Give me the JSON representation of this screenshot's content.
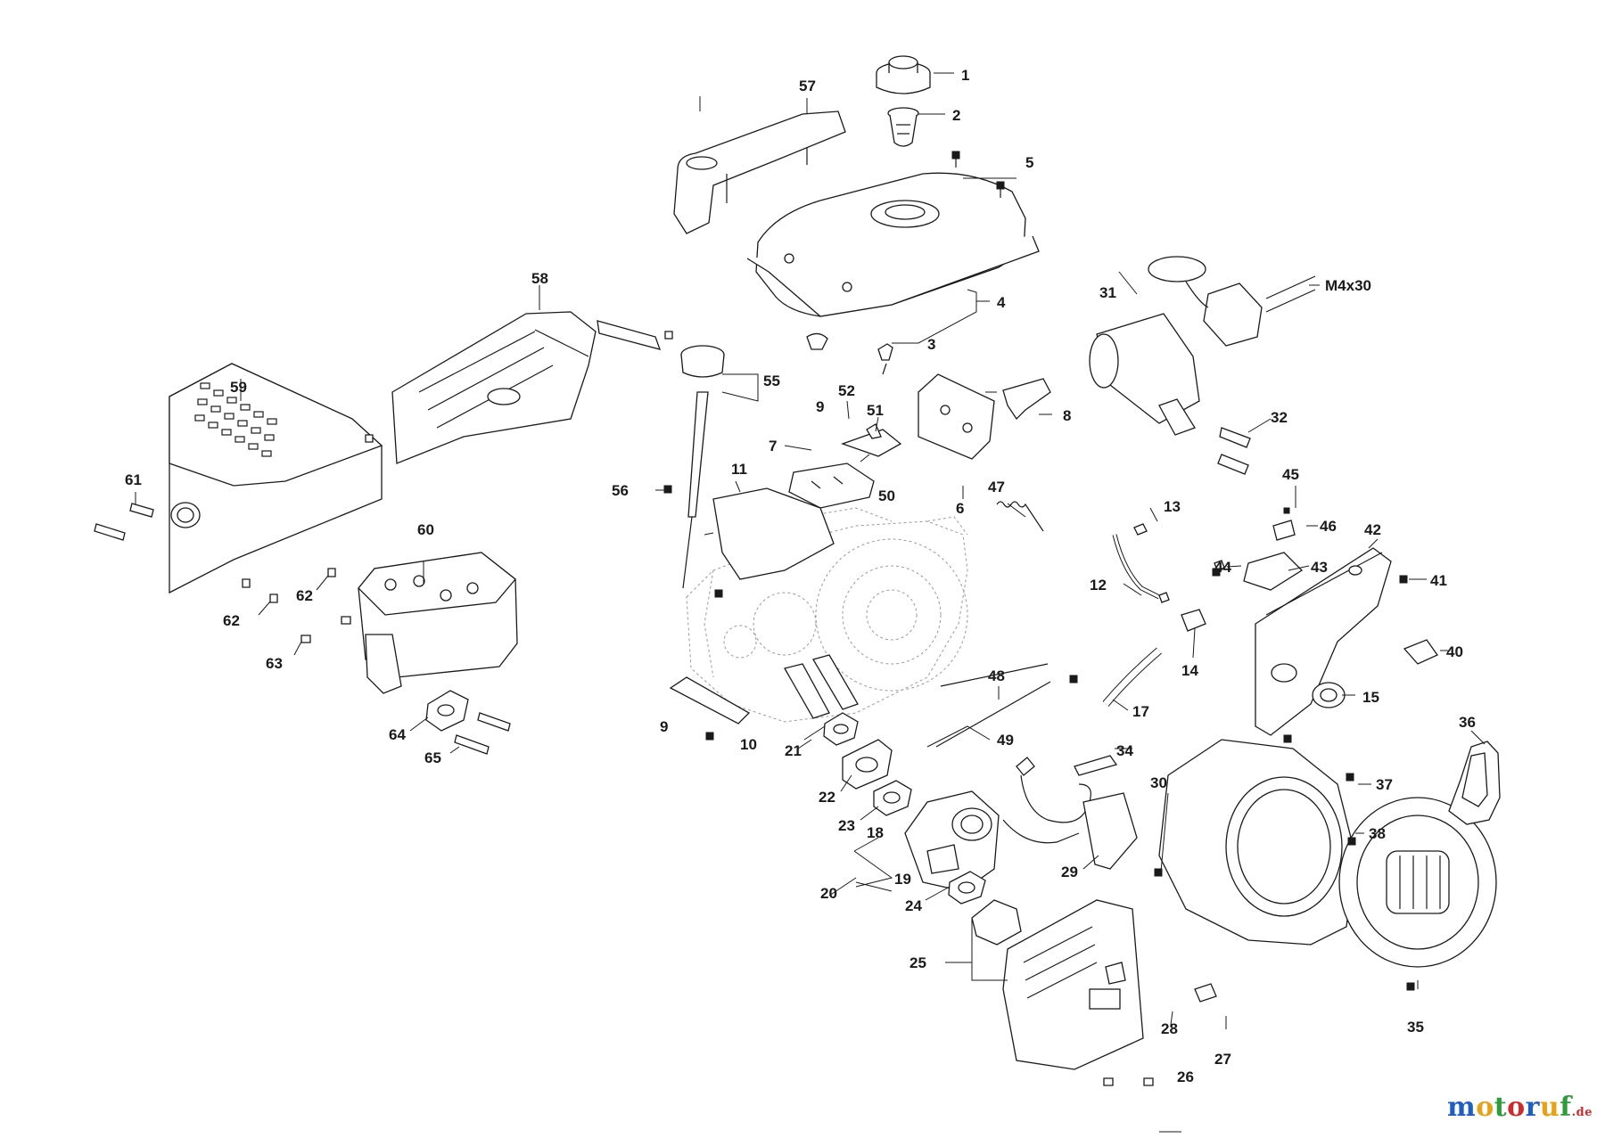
{
  "diagram": {
    "callouts": [
      {
        "id": "1",
        "text": "1"
      },
      {
        "id": "2",
        "text": "2"
      },
      {
        "id": "3",
        "text": "3"
      },
      {
        "id": "4",
        "text": "4"
      },
      {
        "id": "5",
        "text": "5"
      },
      {
        "id": "6",
        "text": "6"
      },
      {
        "id": "7",
        "text": "7"
      },
      {
        "id": "8",
        "text": "8"
      },
      {
        "id": "9a",
        "text": "9"
      },
      {
        "id": "9b",
        "text": "9"
      },
      {
        "id": "10",
        "text": "10"
      },
      {
        "id": "11",
        "text": "11"
      },
      {
        "id": "12",
        "text": "12"
      },
      {
        "id": "13",
        "text": "13"
      },
      {
        "id": "14",
        "text": "14"
      },
      {
        "id": "15",
        "text": "15"
      },
      {
        "id": "17",
        "text": "17"
      },
      {
        "id": "18",
        "text": "18"
      },
      {
        "id": "19",
        "text": "19"
      },
      {
        "id": "20",
        "text": "20"
      },
      {
        "id": "21",
        "text": "21"
      },
      {
        "id": "22",
        "text": "22"
      },
      {
        "id": "23",
        "text": "23"
      },
      {
        "id": "24",
        "text": "24"
      },
      {
        "id": "25",
        "text": "25"
      },
      {
        "id": "26",
        "text": "26"
      },
      {
        "id": "27",
        "text": "27"
      },
      {
        "id": "28",
        "text": "28"
      },
      {
        "id": "29",
        "text": "29"
      },
      {
        "id": "30",
        "text": "30"
      },
      {
        "id": "31",
        "text": "31"
      },
      {
        "id": "32",
        "text": "32"
      },
      {
        "id": "34",
        "text": "34"
      },
      {
        "id": "35",
        "text": "35"
      },
      {
        "id": "36",
        "text": "36"
      },
      {
        "id": "37",
        "text": "37"
      },
      {
        "id": "38",
        "text": "38"
      },
      {
        "id": "40",
        "text": "40"
      },
      {
        "id": "41",
        "text": "41"
      },
      {
        "id": "42",
        "text": "42"
      },
      {
        "id": "43",
        "text": "43"
      },
      {
        "id": "44",
        "text": "44"
      },
      {
        "id": "45",
        "text": "45"
      },
      {
        "id": "46",
        "text": "46"
      },
      {
        "id": "47",
        "text": "47"
      },
      {
        "id": "48",
        "text": "48"
      },
      {
        "id": "49",
        "text": "49"
      },
      {
        "id": "50",
        "text": "50"
      },
      {
        "id": "51",
        "text": "51"
      },
      {
        "id": "52",
        "text": "52"
      },
      {
        "id": "55",
        "text": "55"
      },
      {
        "id": "56",
        "text": "56"
      },
      {
        "id": "57",
        "text": "57"
      },
      {
        "id": "58",
        "text": "58"
      },
      {
        "id": "59",
        "text": "59"
      },
      {
        "id": "60",
        "text": "60"
      },
      {
        "id": "61",
        "text": "61"
      },
      {
        "id": "62a",
        "text": "62"
      },
      {
        "id": "62b",
        "text": "62"
      },
      {
        "id": "63",
        "text": "63"
      },
      {
        "id": "64",
        "text": "64"
      },
      {
        "id": "65",
        "text": "65"
      },
      {
        "id": "m4",
        "text": "M4x30"
      }
    ]
  },
  "watermark": {
    "letters": [
      "m",
      "o",
      "t",
      "o",
      "r",
      "u",
      "f"
    ],
    "colors": [
      "#1f5fbf",
      "#e8a21a",
      "#2e9c3c",
      "#d02a2a",
      "#1f5fbf",
      "#e8a21a",
      "#2e9c3c"
    ],
    "suffix": ".de"
  }
}
